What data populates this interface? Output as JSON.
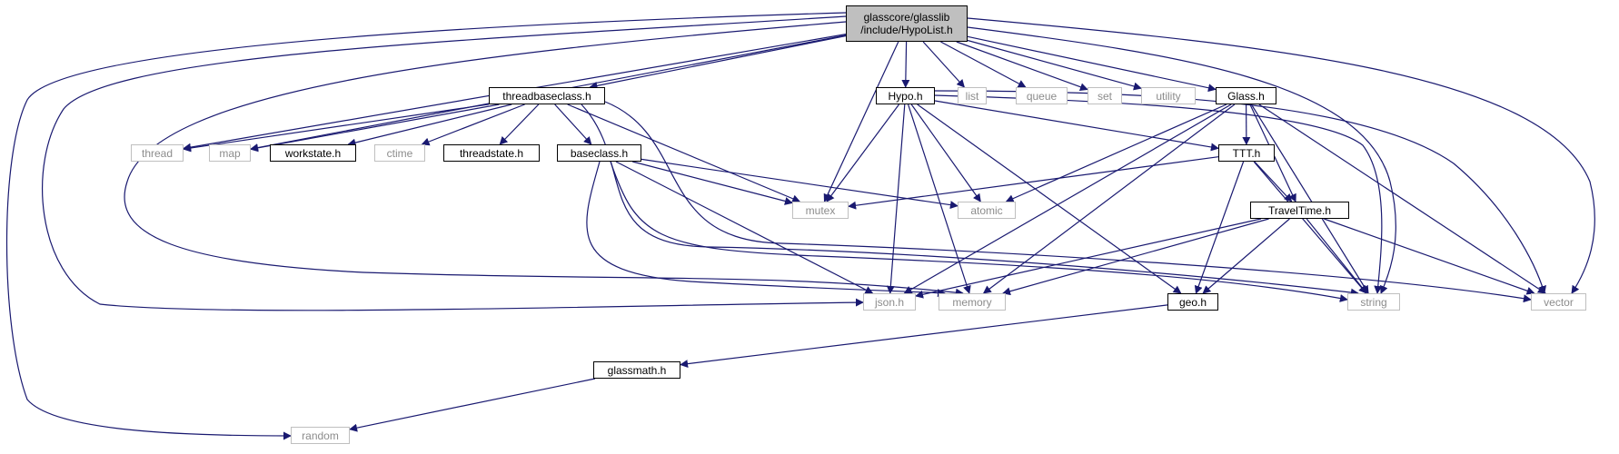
{
  "diagram": {
    "title": "",
    "colors": {
      "edge": "#191970",
      "root_fill": "#bfbfbf",
      "local_border": "#000000",
      "system_border": "#bfbfbf",
      "system_text": "#8c8c8c"
    },
    "nodes": [
      {
        "id": "hypolist",
        "label": "glasscore/glasslib\n/include/HypoList.h",
        "kind": "root"
      },
      {
        "id": "threadbaseclass",
        "label": "threadbaseclass.h",
        "kind": "local"
      },
      {
        "id": "hypo",
        "label": "Hypo.h",
        "kind": "local"
      },
      {
        "id": "list",
        "label": "list",
        "kind": "system"
      },
      {
        "id": "queue",
        "label": "queue",
        "kind": "system"
      },
      {
        "id": "set",
        "label": "set",
        "kind": "system"
      },
      {
        "id": "utility",
        "label": "utility",
        "kind": "system"
      },
      {
        "id": "glass",
        "label": "Glass.h",
        "kind": "local"
      },
      {
        "id": "thread",
        "label": "thread",
        "kind": "system"
      },
      {
        "id": "map",
        "label": "map",
        "kind": "system"
      },
      {
        "id": "workstate",
        "label": "workstate.h",
        "kind": "local"
      },
      {
        "id": "ctime",
        "label": "ctime",
        "kind": "system"
      },
      {
        "id": "threadstate",
        "label": "threadstate.h",
        "kind": "local"
      },
      {
        "id": "baseclass",
        "label": "baseclass.h",
        "kind": "local"
      },
      {
        "id": "ttt",
        "label": "TTT.h",
        "kind": "local"
      },
      {
        "id": "mutex",
        "label": "mutex",
        "kind": "system"
      },
      {
        "id": "atomic",
        "label": "atomic",
        "kind": "system"
      },
      {
        "id": "traveltime",
        "label": "TravelTime.h",
        "kind": "local"
      },
      {
        "id": "json",
        "label": "json.h",
        "kind": "system"
      },
      {
        "id": "memory",
        "label": "memory",
        "kind": "system"
      },
      {
        "id": "geo",
        "label": "geo.h",
        "kind": "local"
      },
      {
        "id": "string",
        "label": "string",
        "kind": "system"
      },
      {
        "id": "vector",
        "label": "vector",
        "kind": "system"
      },
      {
        "id": "glassmath",
        "label": "glassmath.h",
        "kind": "local"
      },
      {
        "id": "random",
        "label": "random",
        "kind": "system"
      }
    ],
    "edges": [
      [
        "hypolist",
        "threadbaseclass"
      ],
      [
        "hypolist",
        "hypo"
      ],
      [
        "hypolist",
        "list"
      ],
      [
        "hypolist",
        "queue"
      ],
      [
        "hypolist",
        "set"
      ],
      [
        "hypolist",
        "utility"
      ],
      [
        "hypolist",
        "glass"
      ],
      [
        "hypolist",
        "thread"
      ],
      [
        "hypolist",
        "map"
      ],
      [
        "hypolist",
        "mutex"
      ],
      [
        "hypolist",
        "json"
      ],
      [
        "hypolist",
        "memory"
      ],
      [
        "hypolist",
        "string"
      ],
      [
        "hypolist",
        "vector"
      ],
      [
        "hypolist",
        "random"
      ],
      [
        "threadbaseclass",
        "thread"
      ],
      [
        "threadbaseclass",
        "map"
      ],
      [
        "threadbaseclass",
        "workstate"
      ],
      [
        "threadbaseclass",
        "ctime"
      ],
      [
        "threadbaseclass",
        "threadstate"
      ],
      [
        "threadbaseclass",
        "baseclass"
      ],
      [
        "threadbaseclass",
        "mutex"
      ],
      [
        "threadbaseclass",
        "string"
      ],
      [
        "threadbaseclass",
        "vector"
      ],
      [
        "baseclass",
        "mutex"
      ],
      [
        "baseclass",
        "atomic"
      ],
      [
        "baseclass",
        "json"
      ],
      [
        "baseclass",
        "memory"
      ],
      [
        "baseclass",
        "string"
      ],
      [
        "hypo",
        "mutex"
      ],
      [
        "hypo",
        "atomic"
      ],
      [
        "hypo",
        "json"
      ],
      [
        "hypo",
        "memory"
      ],
      [
        "hypo",
        "geo"
      ],
      [
        "hypo",
        "ttt"
      ],
      [
        "hypo",
        "string"
      ],
      [
        "hypo",
        "vector"
      ],
      [
        "glass",
        "atomic"
      ],
      [
        "glass",
        "ttt"
      ],
      [
        "glass",
        "traveltime"
      ],
      [
        "glass",
        "json"
      ],
      [
        "glass",
        "memory"
      ],
      [
        "glass",
        "string"
      ],
      [
        "glass",
        "vector"
      ],
      [
        "ttt",
        "mutex"
      ],
      [
        "ttt",
        "traveltime"
      ],
      [
        "ttt",
        "geo"
      ],
      [
        "ttt",
        "string"
      ],
      [
        "traveltime",
        "json"
      ],
      [
        "traveltime",
        "memory"
      ],
      [
        "traveltime",
        "geo"
      ],
      [
        "traveltime",
        "string"
      ],
      [
        "traveltime",
        "vector"
      ],
      [
        "geo",
        "glassmath"
      ],
      [
        "glassmath",
        "random"
      ]
    ]
  }
}
